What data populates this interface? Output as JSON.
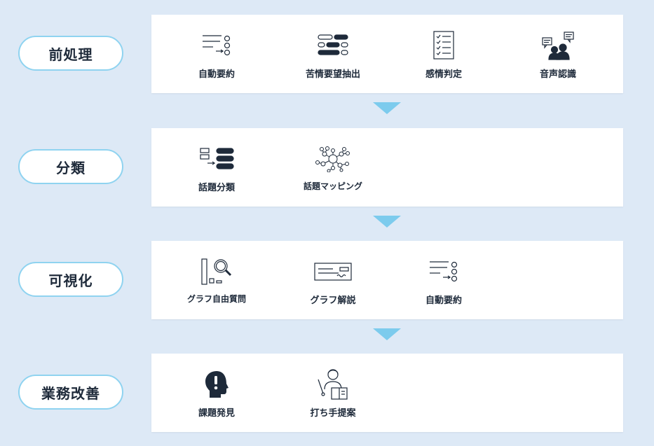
{
  "colors": {
    "background": "#dde9f6",
    "pill_border": "#8fd3f0",
    "arrow": "#7ccbed",
    "text": "#1e2a3a"
  },
  "stages": [
    {
      "label": "前処理",
      "items": [
        {
          "label": "自動要約",
          "icon": "summary-icon"
        },
        {
          "label": "苦情要望抽出",
          "icon": "extract-icon"
        },
        {
          "label": "感情判定",
          "icon": "checklist-icon"
        },
        {
          "label": "音声認識",
          "icon": "people-speech-icon"
        }
      ]
    },
    {
      "label": "分類",
      "items": [
        {
          "label": "話題分類",
          "icon": "classify-icon"
        },
        {
          "label": "話題マッピング",
          "icon": "network-icon"
        }
      ]
    },
    {
      "label": "可視化",
      "items": [
        {
          "label": "グラフ自由質問",
          "icon": "graph-search-icon"
        },
        {
          "label": "グラフ解説",
          "icon": "graph-explain-icon"
        },
        {
          "label": "自動要約",
          "icon": "summary-icon"
        }
      ]
    },
    {
      "label": "業務改善",
      "items": [
        {
          "label": "課題発見",
          "icon": "head-exclamation-icon"
        },
        {
          "label": "打ち手提案",
          "icon": "presenter-icon"
        }
      ]
    }
  ]
}
